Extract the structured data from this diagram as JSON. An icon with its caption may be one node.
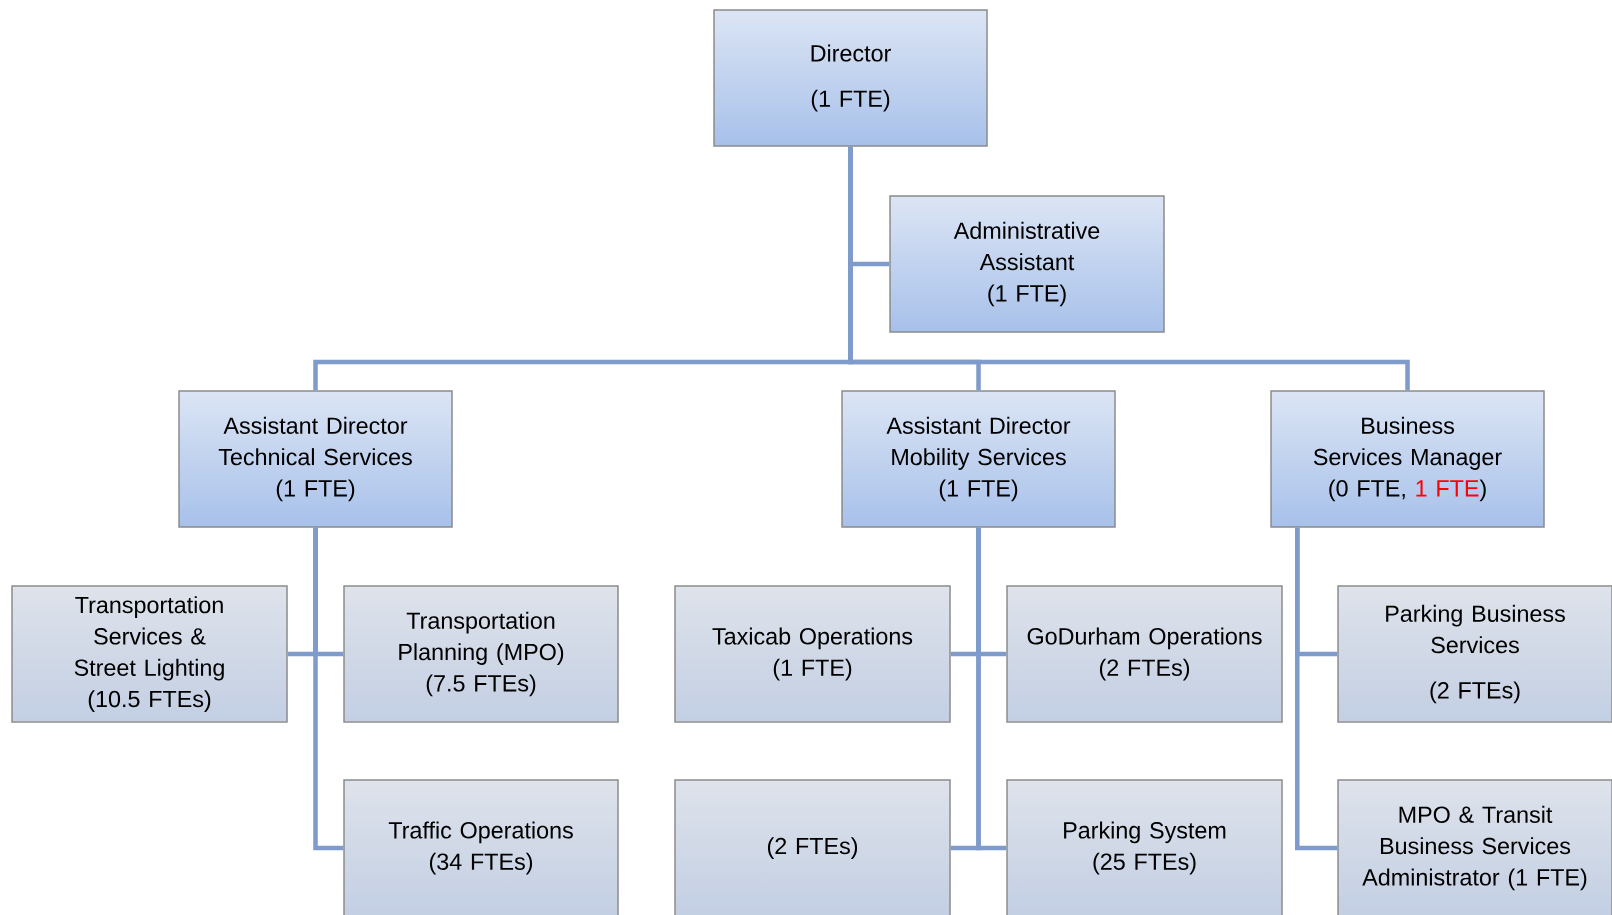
{
  "diagram": {
    "nodes": [
      {
        "text": [
          "Director",
          "(1 FTE)"
        ]
      },
      {
        "text": [
          "Administrative Assistant",
          "(1 FTE)"
        ]
      },
      {
        "text": [
          "Assistant Director Technical Services",
          "(1 FTE)"
        ]
      },
      {
        "text": [
          "Assistant Director Mobility Services",
          "(1 FTE)"
        ]
      },
      {
        "text": [
          "Business Services Manager",
          "(0 FTE,",
          "1 FTE",
          ")"
        ]
      },
      {
        "text": [
          "Transportation Services & Street Lighting",
          "(10.5 FTEs)"
        ]
      },
      {
        "text": [
          "Transportation Planning (MPO)",
          "(7.5 FTEs)"
        ]
      },
      {
        "text": [
          "Taxicab Operations",
          "(1 FTE)"
        ]
      },
      {
        "text": [
          "GoDurham Operations",
          "(2 FTEs)"
        ]
      },
      {
        "text": [
          "Parking Business Services",
          "(2 FTEs)"
        ]
      },
      {
        "text": [
          "Traffic Operations",
          "(34 FTEs)"
        ]
      },
      {
        "text": [
          "(2 FTEs)"
        ]
      },
      {
        "text": [
          "Parking System",
          "(25 FTEs)"
        ]
      },
      {
        "text": [
          "MPO & Transit Business Services Administrator (1 FTE)"
        ]
      }
    ],
    "edges": [
      {
        "from": 0,
        "to": 1,
        "arrow": "none"
      },
      {
        "from": 0,
        "to": 2,
        "arrow": "none"
      },
      {
        "from": 0,
        "to": 3,
        "arrow": "none"
      },
      {
        "from": 0,
        "to": 4,
        "arrow": "none"
      },
      {
        "from": 2,
        "to": 5,
        "arrow": "none"
      },
      {
        "from": 2,
        "to": 6,
        "arrow": "none"
      },
      {
        "from": 2,
        "to": 10,
        "arrow": "none"
      },
      {
        "from": 3,
        "to": 7,
        "arrow": "none"
      },
      {
        "from": 3,
        "to": 8,
        "arrow": "none"
      },
      {
        "from": 3,
        "to": 11,
        "arrow": "none"
      },
      {
        "from": 3,
        "to": 12,
        "arrow": "none"
      },
      {
        "from": 4,
        "to": 9,
        "arrow": "none"
      },
      {
        "from": 4,
        "to": 13,
        "arrow": "none"
      }
    ]
  }
}
